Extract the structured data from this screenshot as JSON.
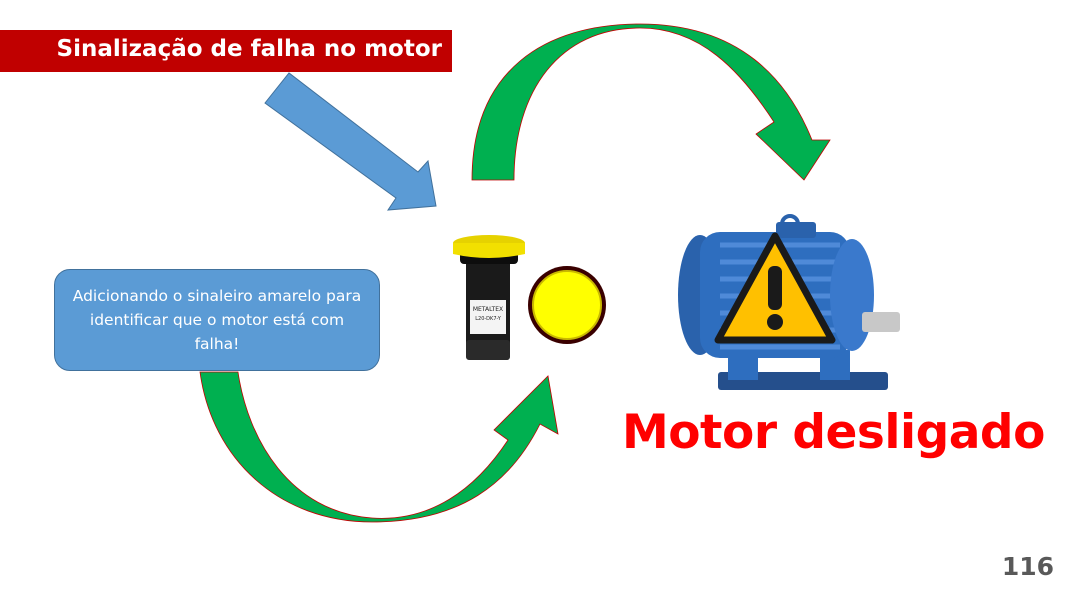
{
  "slide": {
    "title": "Sinalização de falha no motor",
    "callout_text": "Adicionando o sinaleiro amarelo para identificar que o motor está com falha!",
    "status_text": "Motor desligado",
    "page_number": "116",
    "lamp_brand": "METALTEX",
    "lamp_model": "L20-DK7-Y"
  },
  "colors": {
    "title_bar": "#c00000",
    "status_text": "#ff0000",
    "arrow_green": "#00b050",
    "arrow_blue": "#5b9bd5",
    "lamp_yellow": "#ffff00",
    "motor_blue": "#2e6ebf"
  },
  "icons": [
    "blue-pointer-arrow",
    "green-curved-arrow",
    "pilot-lamp",
    "electric-motor",
    "warning-icon"
  ]
}
